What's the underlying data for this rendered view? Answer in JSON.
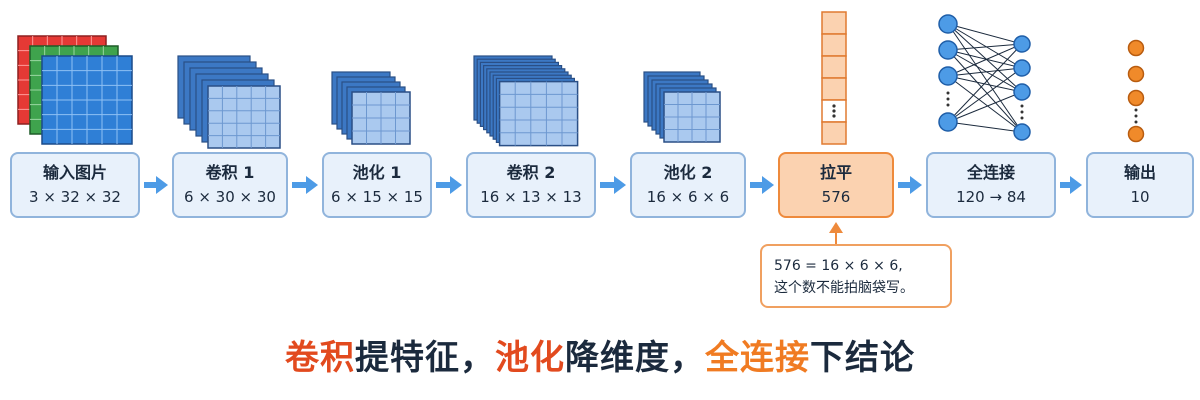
{
  "stages": [
    {
      "title": "输入图片",
      "dims": "3 × 32 × 32"
    },
    {
      "title": "卷积 1",
      "dims": "6 × 30 × 30"
    },
    {
      "title": "池化 1",
      "dims": "6 × 15 × 15"
    },
    {
      "title": "卷积 2",
      "dims": "16 × 13 × 13"
    },
    {
      "title": "池化 2",
      "dims": "16 × 6 × 6"
    },
    {
      "title": "拉平",
      "dims": "576"
    },
    {
      "title": "全连接",
      "dims": "120 → 84"
    },
    {
      "title": "输出",
      "dims": "10"
    }
  ],
  "note": {
    "line1": "576 = 16 × 6 × 6,",
    "line2": "这个数不能拍脑袋写。"
  },
  "caption": {
    "part1": "卷积",
    "part2": "提特征，",
    "part3": "池化",
    "part4": "降维度，",
    "part5": "全连接",
    "part6": "下结论"
  },
  "colors": {
    "box_fill": "#e8f1fb",
    "box_border": "#90b4dc",
    "arrow": "#4d9be6",
    "highlight_fill": "#fbd2b0",
    "highlight_border": "#ee8a3c",
    "accent_red": "#e24a1e",
    "accent_orange": "#f07b22",
    "input_red": "#e53935",
    "input_green": "#3fa34d",
    "input_blue": "#2f7fd6"
  }
}
